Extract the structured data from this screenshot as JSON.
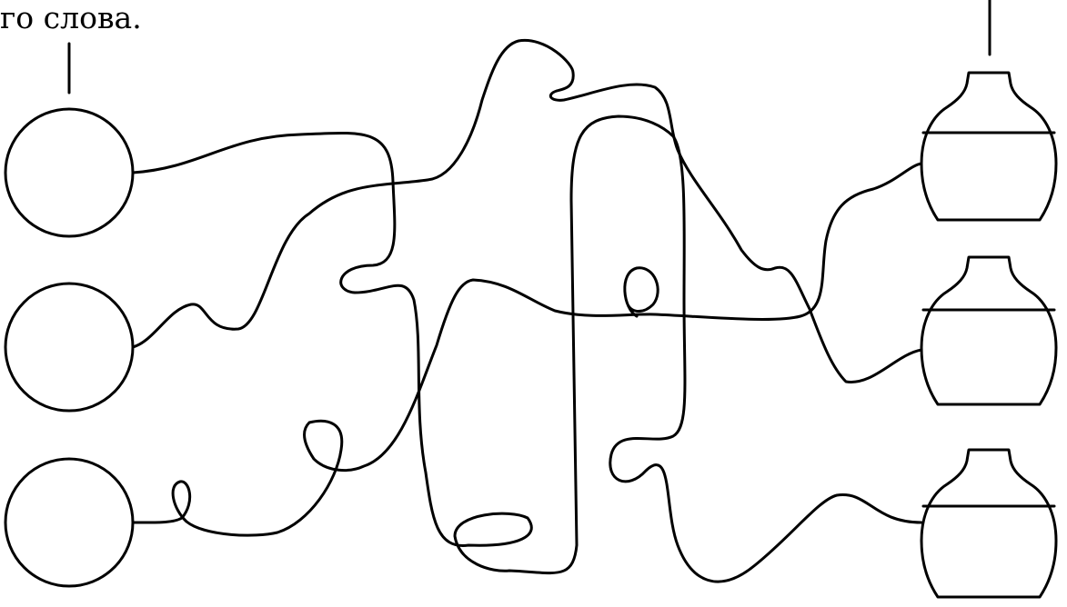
{
  "caption": {
    "text": "го слова."
  },
  "colors": {
    "ink": "#000000",
    "paper": "#ffffff"
  },
  "shapes": {
    "circles": [
      "circle-1",
      "circle-2",
      "circle-3"
    ],
    "vases": [
      "vase-1",
      "vase-2",
      "vase-3"
    ]
  },
  "tangled_lines_count": 3
}
